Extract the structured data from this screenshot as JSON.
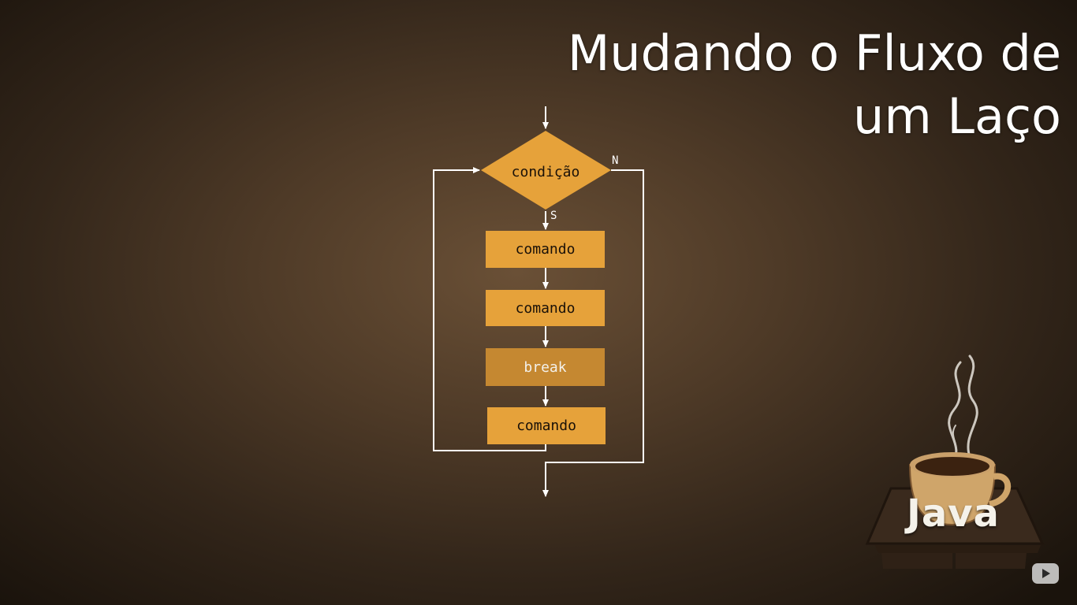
{
  "title": {
    "line1": "Mudando o Fluxo de",
    "line2": "um Laço"
  },
  "diagram": {
    "condition": "condição",
    "yes_label": "S",
    "no_label": "N",
    "steps": [
      "comando",
      "comando",
      "break",
      "comando"
    ]
  },
  "logo": {
    "text": "Java"
  },
  "colors": {
    "box": "#e6a23a",
    "break_box": "#c58831",
    "lines": "#ffffff"
  },
  "icons": {
    "player": "play-icon"
  }
}
